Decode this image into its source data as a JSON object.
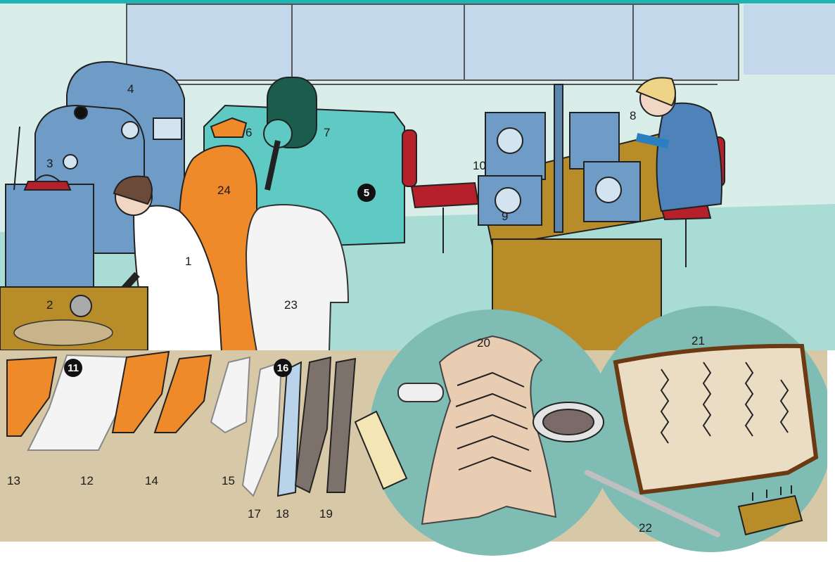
{
  "labels": {
    "n1": "1",
    "n2": "2",
    "n3": "3",
    "n4": "4",
    "n6": "6",
    "n7": "7",
    "n8": "8",
    "n9": "9",
    "n10": "10",
    "n12": "12",
    "n13": "13",
    "n14": "14",
    "n15": "15",
    "n17": "17",
    "n18": "18",
    "n19": "19",
    "n20": "20",
    "n21": "21",
    "n22": "22",
    "n23": "23",
    "n24": "24"
  },
  "badges": {
    "b5": "5",
    "b11": "11",
    "b16": "16"
  },
  "colors": {
    "header_bar": "#1fb5b3",
    "wall": "#d9ede9",
    "window": "#c3d8ea",
    "floor": "#a9dcd5",
    "table_front": "#d7c9a8",
    "circle": "#7fbcb3",
    "machine_blue": "#6f9cc7",
    "machine_teal": "#5fc9c3",
    "workbench": "#b98c2a",
    "orange_fur": "#ee8a2a",
    "white_fur": "#f4f4f4",
    "grey_fur": "#7d716c",
    "red_seat": "#b5202a",
    "leather": "#e9cdb3"
  }
}
